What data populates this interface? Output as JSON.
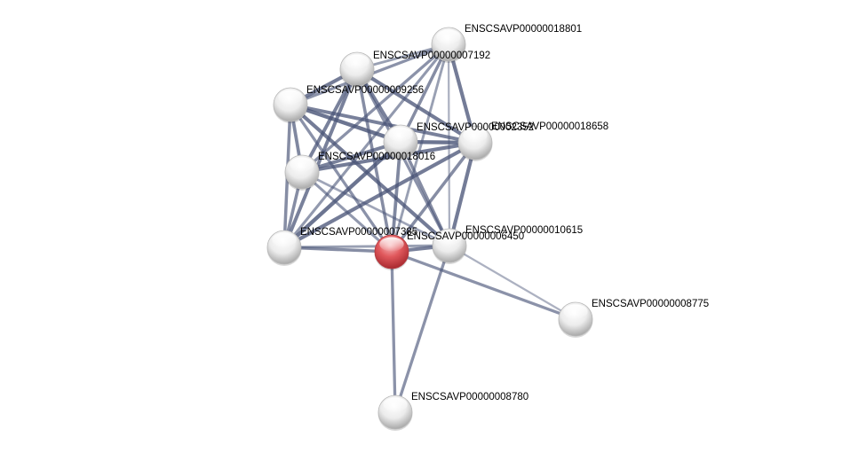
{
  "network": {
    "colors": {
      "edge": "#4a5578",
      "node_default": "#e6e6e6",
      "node_query": "#e0474c",
      "label": "#000000"
    },
    "nodes": [
      {
        "id": "n18801",
        "label": "ENSCSAVP00000018801",
        "query": false
      },
      {
        "id": "n07192",
        "label": "ENSCSAVP00000007192",
        "query": false
      },
      {
        "id": "n09256",
        "label": "ENSCSAVP00000009256",
        "query": false
      },
      {
        "id": "n02352",
        "label": "ENSCSAVP00000002352",
        "query": false
      },
      {
        "id": "n18658",
        "label": "ENSCSAVP00000018658",
        "query": false
      },
      {
        "id": "n18016",
        "label": "ENSCSAVP00000018016",
        "query": false
      },
      {
        "id": "n07385",
        "label": "ENSCSAVP00000007385",
        "query": false
      },
      {
        "id": "nquery",
        "label": "",
        "query": true
      },
      {
        "id": "n06450",
        "label": "ENSCSAVP00000006450",
        "query": false
      },
      {
        "id": "n10615",
        "label": "ENSCSAVP00000010615",
        "query": false
      },
      {
        "id": "n08775",
        "label": "ENSCSAVP00000008775",
        "query": false
      },
      {
        "id": "n08780",
        "label": "ENSCSAVP00000008780",
        "query": false
      }
    ],
    "edges": [
      {
        "source": "n07192",
        "target": "n18801",
        "strength": 0.45
      },
      {
        "source": "n07192",
        "target": "n09256",
        "strength": 0.75
      },
      {
        "source": "n07192",
        "target": "n02352",
        "strength": 0.7
      },
      {
        "source": "n07192",
        "target": "n18658",
        "strength": 0.75
      },
      {
        "source": "n07192",
        "target": "n18016",
        "strength": 0.7
      },
      {
        "source": "n07192",
        "target": "n07385",
        "strength": 0.7
      },
      {
        "source": "n07192",
        "target": "nquery",
        "strength": 0.6
      },
      {
        "source": "n07192",
        "target": "n10615",
        "strength": 0.55
      },
      {
        "source": "n18801",
        "target": "n09256",
        "strength": 0.55
      },
      {
        "source": "n18801",
        "target": "n02352",
        "strength": 0.6
      },
      {
        "source": "n18801",
        "target": "n18658",
        "strength": 0.75
      },
      {
        "source": "n18801",
        "target": "n18016",
        "strength": 0.55
      },
      {
        "source": "n18801",
        "target": "n07385",
        "strength": 0.5
      },
      {
        "source": "n18801",
        "target": "nquery",
        "strength": 0.45
      },
      {
        "source": "n18801",
        "target": "n10615",
        "strength": 0.3
      },
      {
        "source": "n09256",
        "target": "n02352",
        "strength": 0.8
      },
      {
        "source": "n09256",
        "target": "n18658",
        "strength": 0.7
      },
      {
        "source": "n09256",
        "target": "n18016",
        "strength": 0.65
      },
      {
        "source": "n09256",
        "target": "n07385",
        "strength": 0.6
      },
      {
        "source": "n09256",
        "target": "nquery",
        "strength": 0.55
      },
      {
        "source": "n09256",
        "target": "n10615",
        "strength": 0.75
      },
      {
        "source": "n02352",
        "target": "n18658",
        "strength": 0.8
      },
      {
        "source": "n02352",
        "target": "n18016",
        "strength": 0.7
      },
      {
        "source": "n02352",
        "target": "n07385",
        "strength": 0.8
      },
      {
        "source": "n02352",
        "target": "nquery",
        "strength": 0.65
      },
      {
        "source": "n02352",
        "target": "n10615",
        "strength": 0.6
      },
      {
        "source": "n18658",
        "target": "n18016",
        "strength": 0.75
      },
      {
        "source": "n18658",
        "target": "n07385",
        "strength": 0.75
      },
      {
        "source": "n18658",
        "target": "nquery",
        "strength": 0.6
      },
      {
        "source": "n18658",
        "target": "n10615",
        "strength": 0.75
      },
      {
        "source": "n18016",
        "target": "n07385",
        "strength": 0.6
      },
      {
        "source": "n18016",
        "target": "nquery",
        "strength": 0.5
      },
      {
        "source": "n18016",
        "target": "n10615",
        "strength": 0.4
      },
      {
        "source": "n07385",
        "target": "nquery",
        "strength": 0.6
      },
      {
        "source": "n07385",
        "target": "n10615",
        "strength": 0.45
      },
      {
        "source": "nquery",
        "target": "n10615",
        "strength": 0.7
      },
      {
        "source": "nquery",
        "target": "n08775",
        "strength": 0.55
      },
      {
        "source": "nquery",
        "target": "n08780",
        "strength": 0.55
      },
      {
        "source": "n10615",
        "target": "n08775",
        "strength": 0.3
      },
      {
        "source": "n10615",
        "target": "n08780",
        "strength": 0.55
      }
    ]
  }
}
